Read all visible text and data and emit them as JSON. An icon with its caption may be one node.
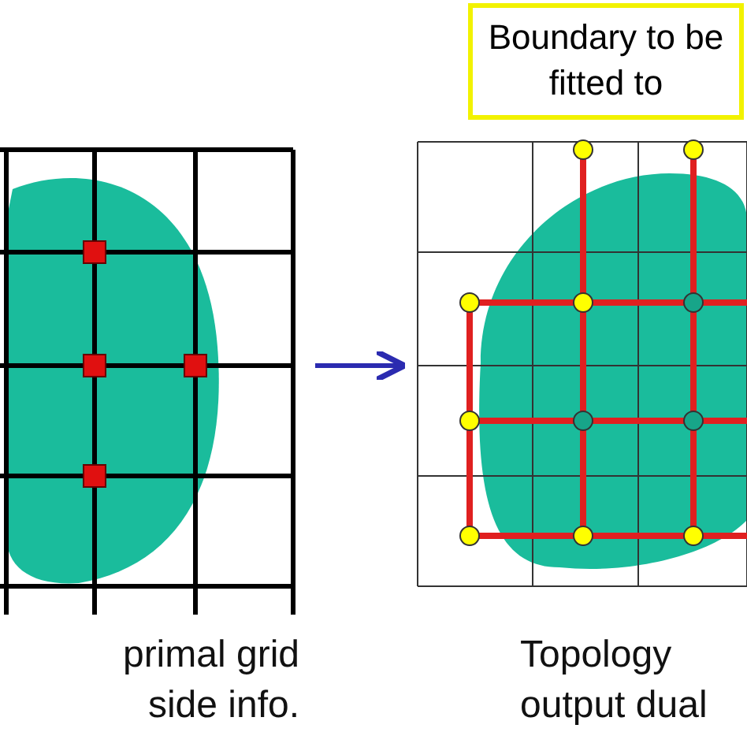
{
  "diagram": {
    "nodes": [
      {
        "text": [],
        "shape": "picture"
      },
      {
        "text": [],
        "shape": "picture"
      },
      {
        "text": [
          "Boundary to be fitted to"
        ]
      }
    ],
    "edges": [
      {
        "from": 0,
        "to": 1,
        "arrow": "to",
        "color": "#2b2bb0"
      }
    ],
    "labels": [
      "primal grid side info.",
      "Topology output dual"
    ]
  }
}
